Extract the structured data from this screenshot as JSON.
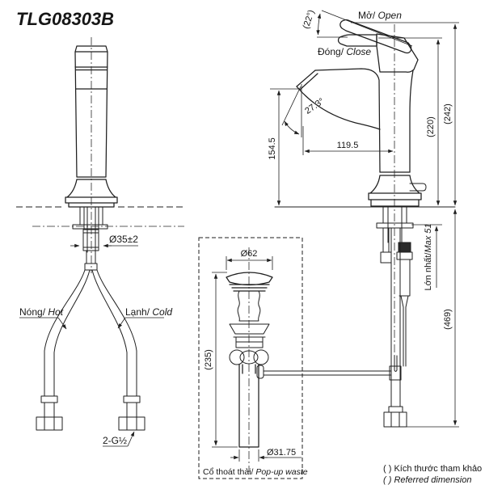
{
  "title": "TLG08303B",
  "colors": {
    "line": "#1f1f1f",
    "background": "#ffffff"
  },
  "side_view": {
    "open_angle": "(22°)",
    "open_label_vi": "Mở/",
    "open_label_en": " Open",
    "close_label_vi": "Đóng/",
    "close_label_en": " Close",
    "stream_angle": "27.3°",
    "spout_height": "154.5",
    "spout_reach": "119.5",
    "overall_height_closed": "(220)",
    "overall_height_open": "(242)",
    "below_counter_depth": "(469)",
    "max_counter_thickness_vi": "Lớn nhất/",
    "max_counter_thickness_en": "Max 51"
  },
  "front_view": {
    "mounting_hole_dia": "Ø35±2",
    "hot_label_vi": "Nóng/",
    "hot_label_en": " Hot",
    "cold_label_vi": "Lạnh/",
    "cold_label_en": " Cold",
    "supply_thread": "2-G½"
  },
  "popup_waste": {
    "cap_dia": "Ø62",
    "overall_length": "(235)",
    "tail_dia": "Ø31.75",
    "label_vi": "Cổ thoát thải/",
    "label_en": " Pop-up waste"
  },
  "notes": {
    "referred_vi": "( ) Kích thước tham khảo",
    "referred_en": "( ) Referred dimension"
  }
}
